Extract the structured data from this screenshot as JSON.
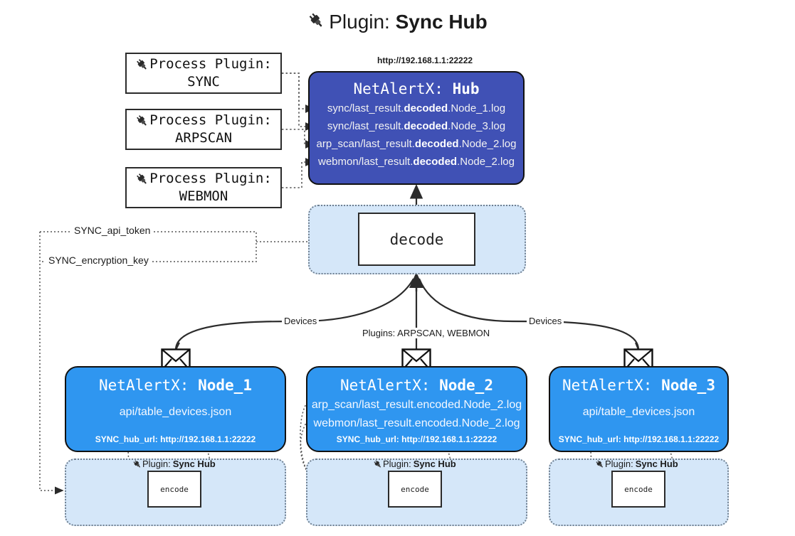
{
  "title": {
    "icon": "plug-icon",
    "prefix": "Plugin:",
    "name": "Sync Hub"
  },
  "process_plugins": [
    {
      "icon": "plug-icon",
      "caption": "Process Plugin:",
      "name": "SYNC"
    },
    {
      "icon": "plug-icon",
      "caption": "Process Plugin:",
      "name": "ARPSCAN"
    },
    {
      "icon": "plug-icon",
      "caption": "Process Plugin:",
      "name": "WEBMON"
    }
  ],
  "hub": {
    "url": "http://192.168.1.1:22222",
    "title_prefix": "NetAlertX:",
    "title_name": "Hub",
    "logs": [
      {
        "pre": "sync/last_result.",
        "em": "decoded",
        "post": ".Node_1.log"
      },
      {
        "pre": "sync/last_result.",
        "em": "decoded",
        "post": ".Node_3.log"
      },
      {
        "pre": "arp_scan/last_result.",
        "em": "decoded",
        "post": ".Node_2.log"
      },
      {
        "pre": "webmon/last_result.",
        "em": "decoded",
        "post": ".Node_2.log"
      }
    ]
  },
  "decode": {
    "label": "decode"
  },
  "tokens": [
    {
      "label": "SYNC_api_token"
    },
    {
      "label": "SYNC_encryption_key"
    }
  ],
  "edge_labels": {
    "devices_left": "Devices",
    "devices_right": "Devices",
    "plugins_center": "Plugins: ARPSCAN, WEBMON"
  },
  "nodes": [
    {
      "id": "node1",
      "icon": "envelope-icon",
      "title_prefix": "NetAlertX:",
      "title_name": "Node_1",
      "lines": [
        "api/table_devices.json"
      ],
      "hub_url_label": "SYNC_hub_url: http://192.168.1.1:22222"
    },
    {
      "id": "node2",
      "icon": "envelope-icon",
      "title_prefix": "NetAlertX:",
      "title_name": "Node_2",
      "lines": [
        "arp_scan/last_result.encoded.Node_2.log",
        "webmon/last_result.encoded.Node_2.log"
      ],
      "hub_url_label": "SYNC_hub_url: http://192.168.1.1:22222"
    },
    {
      "id": "node3",
      "icon": "envelope-icon",
      "title_prefix": "NetAlertX:",
      "title_name": "Node_3",
      "lines": [
        "api/table_devices.json"
      ],
      "hub_url_label": "SYNC_hub_url: http://192.168.1.1:22222"
    }
  ],
  "encoders": [
    {
      "caption_prefix": "Plugin:",
      "caption_name": "Sync Hub",
      "box_label": "encode"
    },
    {
      "caption_prefix": "Plugin:",
      "caption_name": "Sync Hub",
      "box_label": "encode"
    },
    {
      "caption_prefix": "Plugin:",
      "caption_name": "Sync Hub",
      "box_label": "encode"
    }
  ],
  "colors": {
    "hub_fill": "#4051b5",
    "node_fill": "#2f96f0",
    "container_fill": "#d5e7f9",
    "stroke": "#2b2b2b",
    "background": "#ffffff"
  }
}
